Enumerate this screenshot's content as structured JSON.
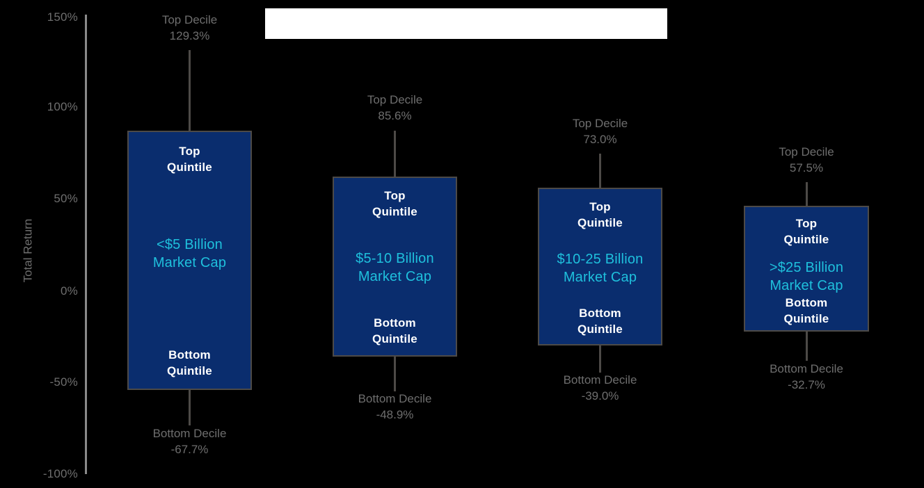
{
  "title_plate": {
    "text": ""
  },
  "axis": {
    "title": "Total Return",
    "ticks": [
      {
        "label": "150%",
        "value": 150
      },
      {
        "label": "100%",
        "value": 100
      },
      {
        "label": "50%",
        "value": 50
      },
      {
        "label": "0%",
        "value": 0
      },
      {
        "label": "-50%",
        "value": -50
      },
      {
        "label": "-100%",
        "value": -100
      }
    ]
  },
  "colors": {
    "background": "#000000",
    "box_fill": "#0a2d6e",
    "box_border": "#4d4a47",
    "whisker": "#4d4a47",
    "axis_line": "#8a8a8a",
    "gray_text": "#6e6e6e",
    "white_text": "#ffffff",
    "cyan_text": "#1fc0dc",
    "title_plate": "#ffffff"
  },
  "labels": {
    "top_decile": "Top Decile",
    "bottom_decile": "Bottom Decile",
    "top_quintile_line1": "Top",
    "top_quintile_line2": "Quintile",
    "bottom_quintile_line1": "Bottom",
    "bottom_quintile_line2": "Quintile"
  },
  "series": [
    {
      "id": "under-5b",
      "cap_band_line1": "<$5 Billion",
      "cap_band_line2": "Market Cap",
      "top_decile_label": "Top Decile",
      "top_decile_value": "129.3%",
      "bottom_decile_label": "Bottom Decile",
      "bottom_decile_value": "-67.7%",
      "top_quintile_line1": "Top",
      "top_quintile_line2": "Quintile",
      "bottom_quintile_line1": "Bottom",
      "bottom_quintile_line2": "Quintile"
    },
    {
      "id": "5-10b",
      "cap_band_line1": "$5-10 Billion",
      "cap_band_line2": "Market Cap",
      "top_decile_label": "Top Decile",
      "top_decile_value": "85.6%",
      "bottom_decile_label": "Bottom Decile",
      "bottom_decile_value": "-48.9%",
      "top_quintile_line1": "Top",
      "top_quintile_line2": "Quintile",
      "bottom_quintile_line1": "Bottom",
      "bottom_quintile_line2": "Quintile"
    },
    {
      "id": "10-25b",
      "cap_band_line1": "$10-25 Billion",
      "cap_band_line2": "Market Cap",
      "top_decile_label": "Top Decile",
      "top_decile_value": "73.0%",
      "bottom_decile_label": "Bottom Decile",
      "bottom_decile_value": "-39.0%",
      "top_quintile_line1": "Top",
      "top_quintile_line2": "Quintile",
      "bottom_quintile_line1": "Bottom",
      "bottom_quintile_line2": "Quintile"
    },
    {
      "id": "over-25b",
      "cap_band_line1": ">$25 Billion",
      "cap_band_line2": "Market Cap",
      "top_decile_label": "Top Decile",
      "top_decile_value": "57.5%",
      "bottom_decile_label": "Bottom Decile",
      "bottom_decile_value": "-32.7%",
      "top_quintile_line1": "Top",
      "top_quintile_line2": "Quintile",
      "bottom_quintile_line1": "Bottom",
      "bottom_quintile_line2": "Quintile"
    }
  ],
  "chart_data": {
    "type": "bar",
    "chart_style": "box-and-whisker dispersion (decile whiskers, quintile box)",
    "title": "",
    "xlabel": "",
    "ylabel": "Total Return",
    "ylim": [
      -100,
      150
    ],
    "ytick_labels": [
      "150%",
      "100%",
      "50%",
      "0%",
      "-50%",
      "-100%"
    ],
    "ytick_values": [
      150,
      100,
      50,
      0,
      -50,
      -100
    ],
    "grid": false,
    "legend": "none",
    "categories": [
      "<$5 Billion Market Cap",
      "$5-10 Billion Market Cap",
      "$10-25 Billion Market Cap",
      ">$25 Billion Market Cap"
    ],
    "series": [
      {
        "name": "Top Decile",
        "values": [
          129.3,
          85.6,
          73.0,
          57.5
        ]
      },
      {
        "name": "Top Quintile",
        "values": [
          75.0,
          51.0,
          45.0,
          35.0
        ]
      },
      {
        "name": "Bottom Quintile",
        "values": [
          -48.0,
          -36.0,
          -30.0,
          -23.5
        ]
      },
      {
        "name": "Bottom Decile",
        "values": [
          -67.7,
          -48.9,
          -39.0,
          -32.7
        ]
      }
    ],
    "notes": "Top/Bottom Quintile values are the box edges read off the axis; Top/Bottom Decile values are printed data labels at the whisker ends."
  }
}
